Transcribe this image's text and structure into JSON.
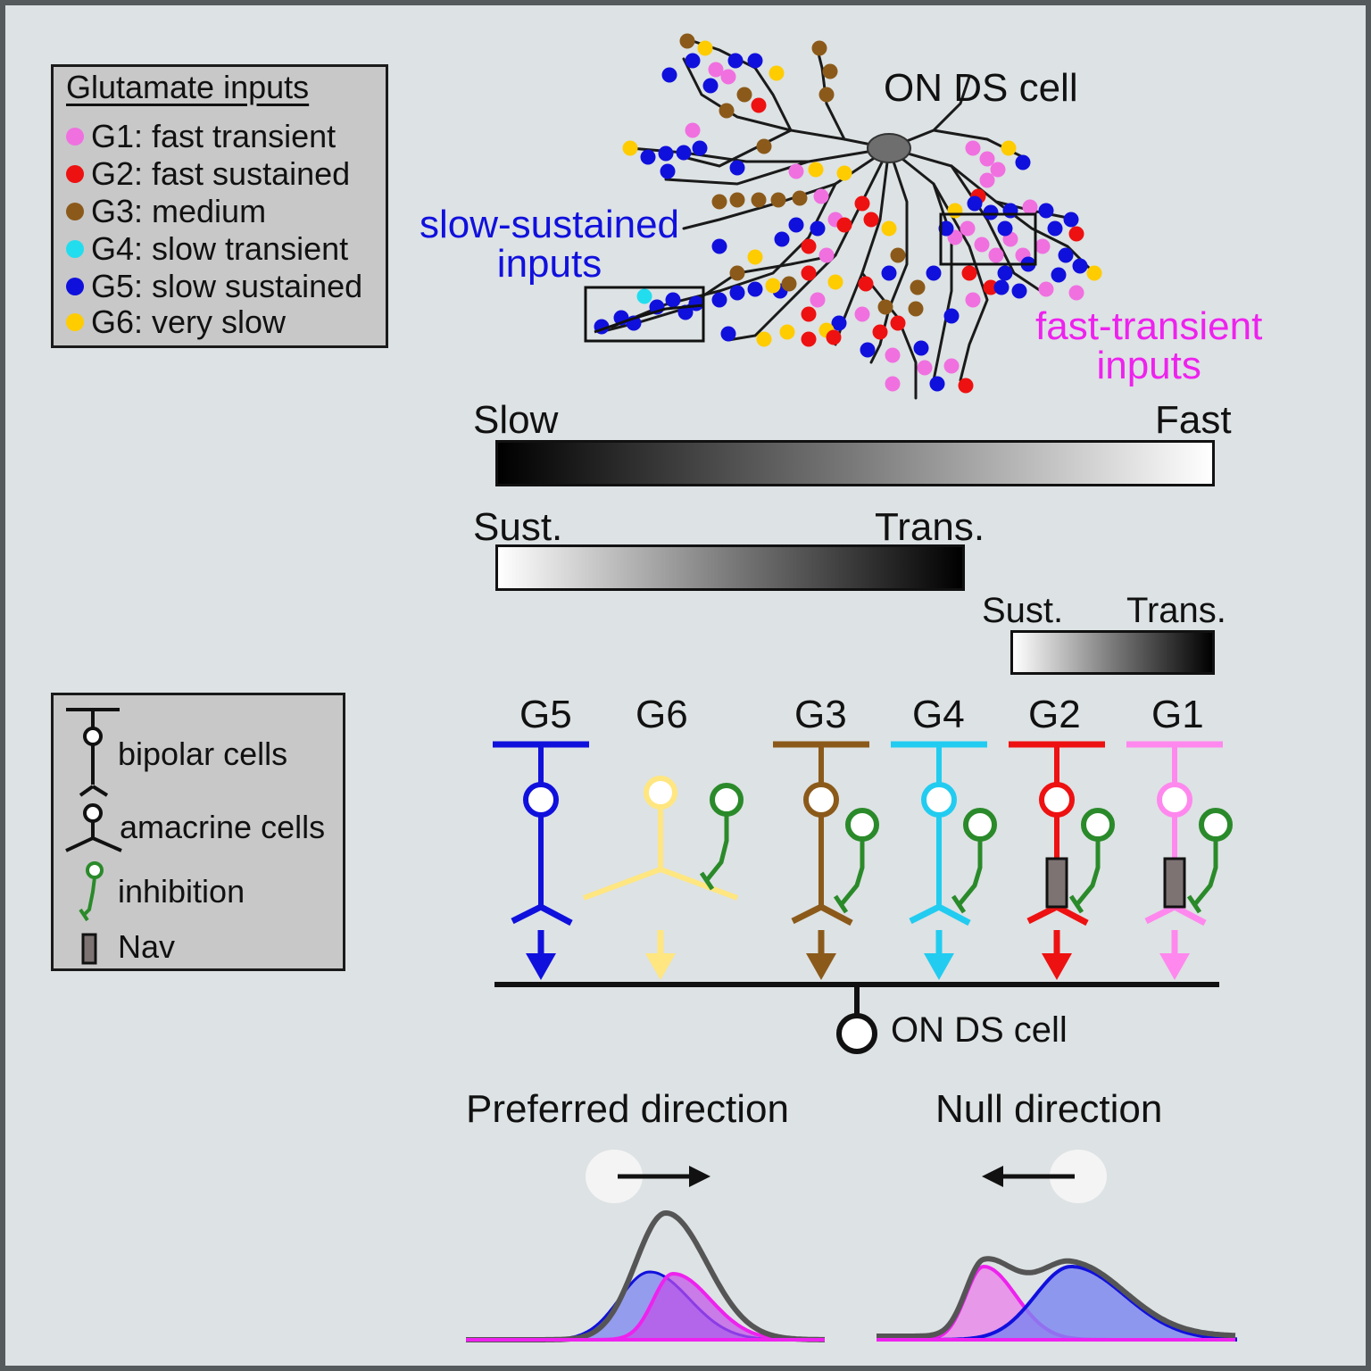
{
  "glutamate_legend": {
    "title": "Glutamate inputs",
    "items": [
      {
        "label": "G1: fast transient",
        "color": "#f070e0"
      },
      {
        "label": "G2: fast sustained",
        "color": "#ee1111"
      },
      {
        "label": "G3: medium",
        "color": "#8b5a1a"
      },
      {
        "label": "G4: slow transient",
        "color": "#22ddee"
      },
      {
        "label": "G5: slow sustained",
        "color": "#1010dd"
      },
      {
        "label": "G6: very slow",
        "color": "#ffcc00"
      }
    ]
  },
  "cell_legend": {
    "items": [
      {
        "label": "bipolar cells"
      },
      {
        "label": "amacrine cells"
      },
      {
        "label": "inhibition"
      },
      {
        "label": "Nav"
      }
    ]
  },
  "neuron": {
    "title": "ON DS cell",
    "slow_label": "slow-sustained\ninputs",
    "fast_label": "fast-transient\ninputs",
    "slow_color": "#1010dd",
    "fast_color": "#ee22ee"
  },
  "speed_bar": {
    "left": "Slow",
    "right": "Fast"
  },
  "kinetics_bar": {
    "left": "Sust.",
    "right": "Trans."
  },
  "fast_kinetics_bar": {
    "left": "Sust.",
    "right": "Trans."
  },
  "circuit": {
    "cells": [
      {
        "label": "G5",
        "color": "#1010dd"
      },
      {
        "label": "G6",
        "color": "#ffe680"
      },
      {
        "label": "G3",
        "color": "#8b5a1a"
      },
      {
        "label": "G4",
        "color": "#22ccf0"
      },
      {
        "label": "G2",
        "color": "#ee1111"
      },
      {
        "label": "G1",
        "color": "#ff88ee"
      }
    ],
    "output_label": "ON DS cell",
    "inhibition_color": "#2a8a2a"
  },
  "responses": {
    "preferred_label": "Preferred direction",
    "null_label": "Null direction"
  }
}
